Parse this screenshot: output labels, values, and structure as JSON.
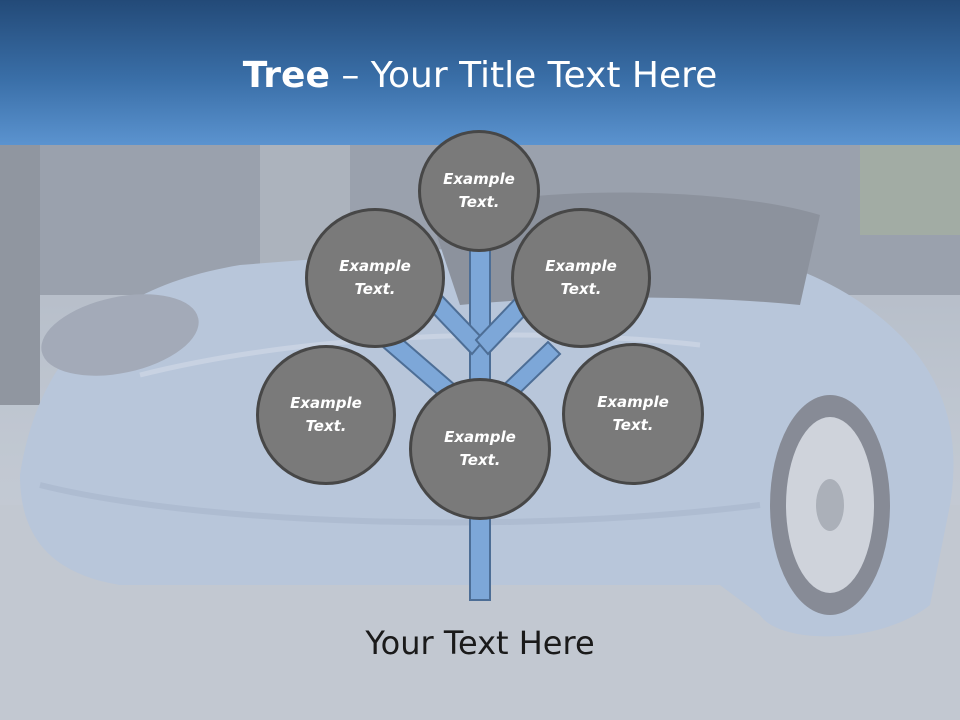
{
  "slide": {
    "title_bold": "Tree",
    "title_rest": " – Your Title Text Here",
    "caption": "Your Text Here"
  },
  "tree": {
    "nodes": [
      {
        "text": "Example\nText."
      },
      {
        "text": "Example\nText."
      },
      {
        "text": "Example\nText."
      },
      {
        "text": "Example\nText."
      },
      {
        "text": "Example\nText."
      },
      {
        "text": "Example\nText."
      }
    ]
  },
  "colors": {
    "header_top": "#234a78",
    "header_bottom": "#5b93cf",
    "node_fill": "#7a7a7a",
    "node_border": "#474747",
    "branch_fill": "#7da7d8",
    "branch_stroke": "#4d6e96"
  }
}
